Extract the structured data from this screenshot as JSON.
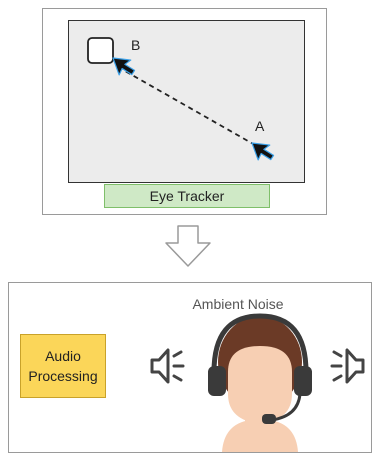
{
  "top_panel": {
    "label_a": "A",
    "label_b": "B",
    "tracker_label": "Eye Tracker"
  },
  "bottom_panel": {
    "ambient_label": "Ambient Noise",
    "audio_line1": "Audio",
    "audio_line2": "Processing"
  },
  "colors": {
    "tracker_fill": "#cfe9c6",
    "audio_fill": "#fbd659",
    "face_fill": "#f7cfb3",
    "hair_fill": "#6b3a26",
    "headset": "#3a3a3a"
  }
}
